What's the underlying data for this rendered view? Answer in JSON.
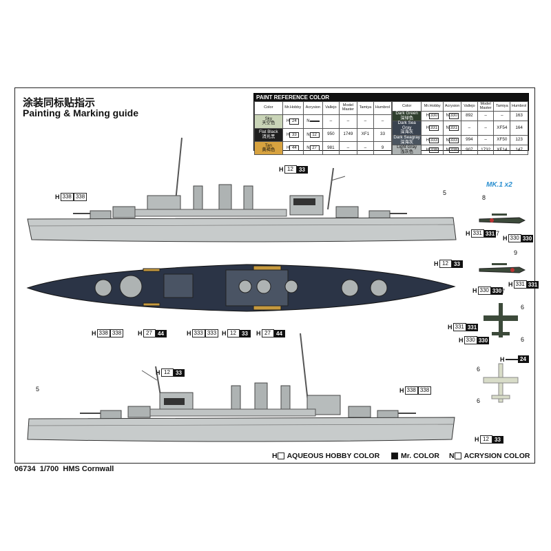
{
  "title_cn": "涂装同标贴指示",
  "title_en": "Painting & Marking guide",
  "paint_table": {
    "header": "PAINT REFERENCE COLOR",
    "columns": [
      "Color",
      "Mr.Hobby",
      "Acrysion",
      "Vallejo",
      "Model Master",
      "Tamiya",
      "Humbrol"
    ],
    "left_rows": [
      {
        "name_en": "Sky",
        "name_cn": "天空色",
        "swatch": "#c9d4b7",
        "mr": "24",
        "acr": "",
        "vallejo": "–",
        "mm": "–",
        "tamiya": "–",
        "humbrol": "–"
      },
      {
        "name_en": "Flat Black",
        "name_cn": "消光黑",
        "swatch": "#1e1e1e",
        "mr": "33",
        "acr": "12",
        "vallejo": "950",
        "mm": "1749",
        "tamiya": "XF1",
        "humbrol": "33"
      },
      {
        "name_en": "Tan",
        "name_cn": "黄褐色",
        "swatch": "#d7a23f",
        "mr": "44",
        "acr": "27",
        "vallejo": "981",
        "mm": "–",
        "tamiya": "–",
        "humbrol": "9"
      }
    ],
    "right_rows": [
      {
        "name_en": "Dark Green",
        "name_cn": "深绿色",
        "swatch": "#2f3f2e",
        "mr": "330",
        "acr": "330",
        "vallejo": "892",
        "mm": "–",
        "tamiya": "–",
        "humbrol": "163"
      },
      {
        "name_en": "Dark Sea Gray",
        "name_cn": "深海灰",
        "swatch": "#3a4350",
        "mr": "331",
        "acr": "331",
        "vallejo": "–",
        "mm": "–",
        "tamiya": "XF54",
        "humbrol": "164"
      },
      {
        "name_en": "Dark Seagray",
        "name_cn": "深海灰",
        "swatch": "#4b5560",
        "mr": "333",
        "acr": "333",
        "vallejo": "994",
        "mm": "–",
        "tamiya": "XF50",
        "humbrol": "123"
      },
      {
        "name_en": "Light Gray",
        "name_cn": "浅灰色",
        "swatch": "#aeb3b3",
        "mr": "338",
        "acr": "338",
        "vallejo": "907",
        "mm": "1732",
        "tamiya": "XF14",
        "humbrol": "147"
      }
    ]
  },
  "callouts": {
    "h": "H",
    "c338": "338",
    "c33": "33",
    "c12": "12",
    "c27": "27",
    "c44": "44",
    "c333": "333",
    "c331": "331",
    "c330": "330",
    "c24": "24"
  },
  "numbers": {
    "n5": "5",
    "n6": "6",
    "n7": "7",
    "n8": "8",
    "n9": "9"
  },
  "aircraft_label": "MK.1 x2",
  "legend": {
    "h_label": "H",
    "aqueous": "AQUEOUS HOBBY COLOR",
    "mr": "Mr. COLOR",
    "n_label": "N",
    "acrysion": "ACRYSION COLOR"
  },
  "product": {
    "code": "06734",
    "scale": "1/700",
    "name": "HMS Cornwall"
  },
  "colors": {
    "hull": "#c7cbcb",
    "deck": "#2b3446",
    "waterline": "#9aa0a0"
  }
}
